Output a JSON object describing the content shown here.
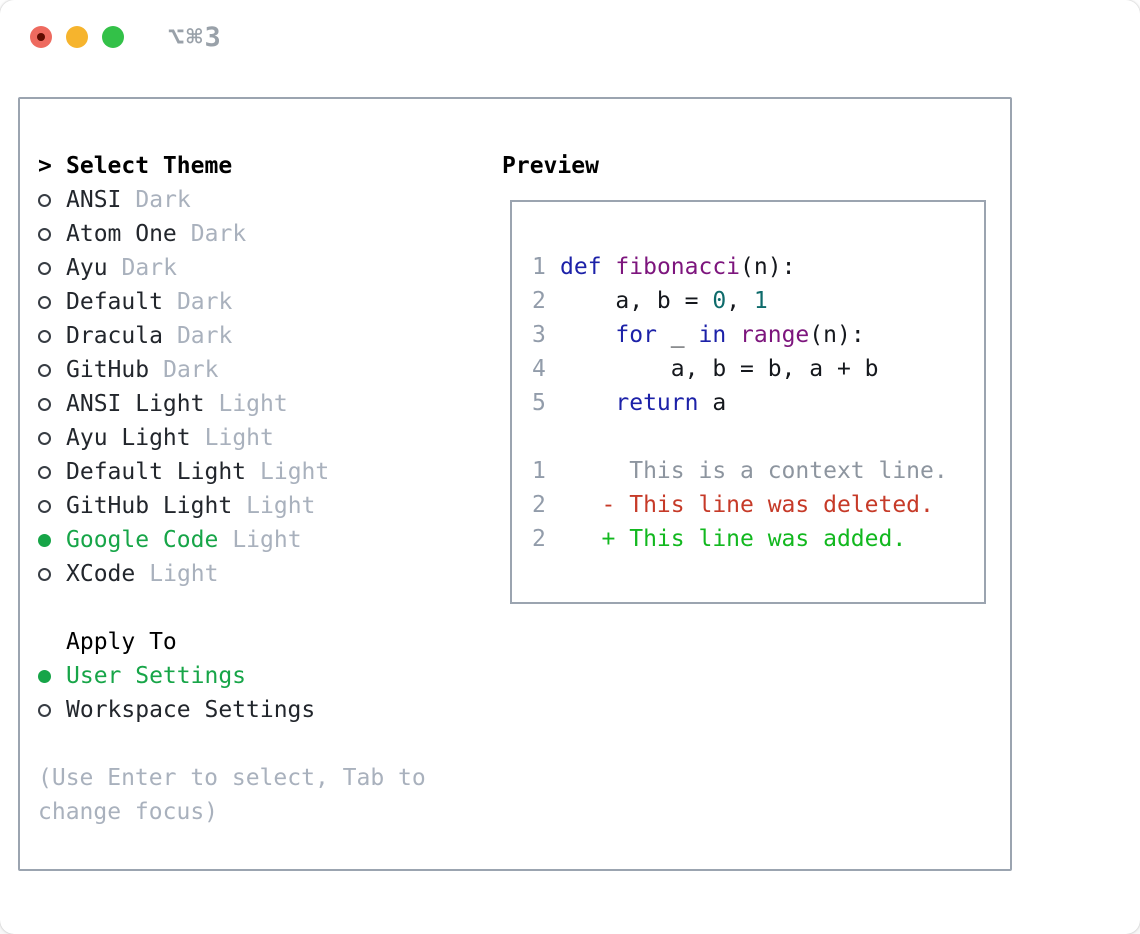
{
  "window": {
    "shortcut": "⌥⌘3"
  },
  "colors": {
    "accent-green": "#17a548",
    "badge-gray": "#a9b1bd",
    "hint-gray": "#a9b1bd",
    "line-number-gray": "#929caa",
    "context-gray": "#8d959f",
    "border-gray": "#9ba4b0",
    "text-dark": "#15181d",
    "keyword-blue": "#1c21a8",
    "function-purple": "#7d157d",
    "literal-teal": "#0e6b6b",
    "diff-red": "#c63a28",
    "diff-green": "#12b81f",
    "shortcut-gray": "#99a1a9",
    "light-red": "#ee6a5f",
    "light-red-dot": "#5f0b00",
    "light-yellow": "#f6b42d",
    "light-green": "#33c148"
  },
  "theme_panel": {
    "prompt": ">",
    "title": "Select Theme",
    "themes": [
      {
        "name": "ANSI",
        "badge": "Dark",
        "selected": false
      },
      {
        "name": "Atom One",
        "badge": "Dark",
        "selected": false
      },
      {
        "name": "Ayu",
        "badge": "Dark",
        "selected": false
      },
      {
        "name": "Default",
        "badge": "Dark",
        "selected": false
      },
      {
        "name": "Dracula",
        "badge": "Dark",
        "selected": false
      },
      {
        "name": "GitHub",
        "badge": "Dark",
        "selected": false
      },
      {
        "name": "ANSI Light",
        "badge": "Light",
        "selected": false
      },
      {
        "name": "Ayu Light",
        "badge": "Light",
        "selected": false
      },
      {
        "name": "Default Light",
        "badge": "Light",
        "selected": false
      },
      {
        "name": "GitHub Light",
        "badge": "Light",
        "selected": false
      },
      {
        "name": "Google Code",
        "badge": "Light",
        "selected": true
      },
      {
        "name": "XCode",
        "badge": "Light",
        "selected": false
      }
    ],
    "apply_to": {
      "title": "Apply To",
      "options": [
        {
          "name": "User Settings",
          "selected": true
        },
        {
          "name": "Workspace Settings",
          "selected": false
        }
      ]
    },
    "hint_line1": "(Use Enter to select, Tab to",
    "hint_line2": "change focus)"
  },
  "preview": {
    "title": "Preview",
    "code_lines": [
      {
        "num": "1",
        "segments": [
          {
            "t": "def",
            "s": "kwd"
          },
          {
            "t": " ",
            "s": "pln"
          },
          {
            "t": "fibonacci",
            "s": "typ"
          },
          {
            "t": "(n):",
            "s": "pln"
          }
        ]
      },
      {
        "num": "2",
        "segments": [
          {
            "t": "    a, b = ",
            "s": "pln"
          },
          {
            "t": "0",
            "s": "lit"
          },
          {
            "t": ", ",
            "s": "pln"
          },
          {
            "t": "1",
            "s": "lit"
          }
        ]
      },
      {
        "num": "3",
        "segments": [
          {
            "t": "    ",
            "s": "pln"
          },
          {
            "t": "for",
            "s": "kwd"
          },
          {
            "t": " _ ",
            "s": "pln"
          },
          {
            "t": "in",
            "s": "kwd"
          },
          {
            "t": " ",
            "s": "pln"
          },
          {
            "t": "range",
            "s": "typ"
          },
          {
            "t": "(n):",
            "s": "pln"
          }
        ]
      },
      {
        "num": "4",
        "segments": [
          {
            "t": "        a, b = b, a + b",
            "s": "pln"
          }
        ]
      },
      {
        "num": "5",
        "segments": [
          {
            "t": "    ",
            "s": "pln"
          },
          {
            "t": "return",
            "s": "kwd"
          },
          {
            "t": " a",
            "s": "pln"
          }
        ]
      },
      {
        "num": "",
        "segments": []
      },
      {
        "num": "1",
        "segments": [
          {
            "t": "     This is a context line.",
            "s": "ctx"
          }
        ]
      },
      {
        "num": "2",
        "segments": [
          {
            "t": "   - This line was deleted.",
            "s": "del"
          }
        ]
      },
      {
        "num": "2",
        "segments": [
          {
            "t": "   + This line was added.",
            "s": "add"
          }
        ]
      }
    ]
  }
}
